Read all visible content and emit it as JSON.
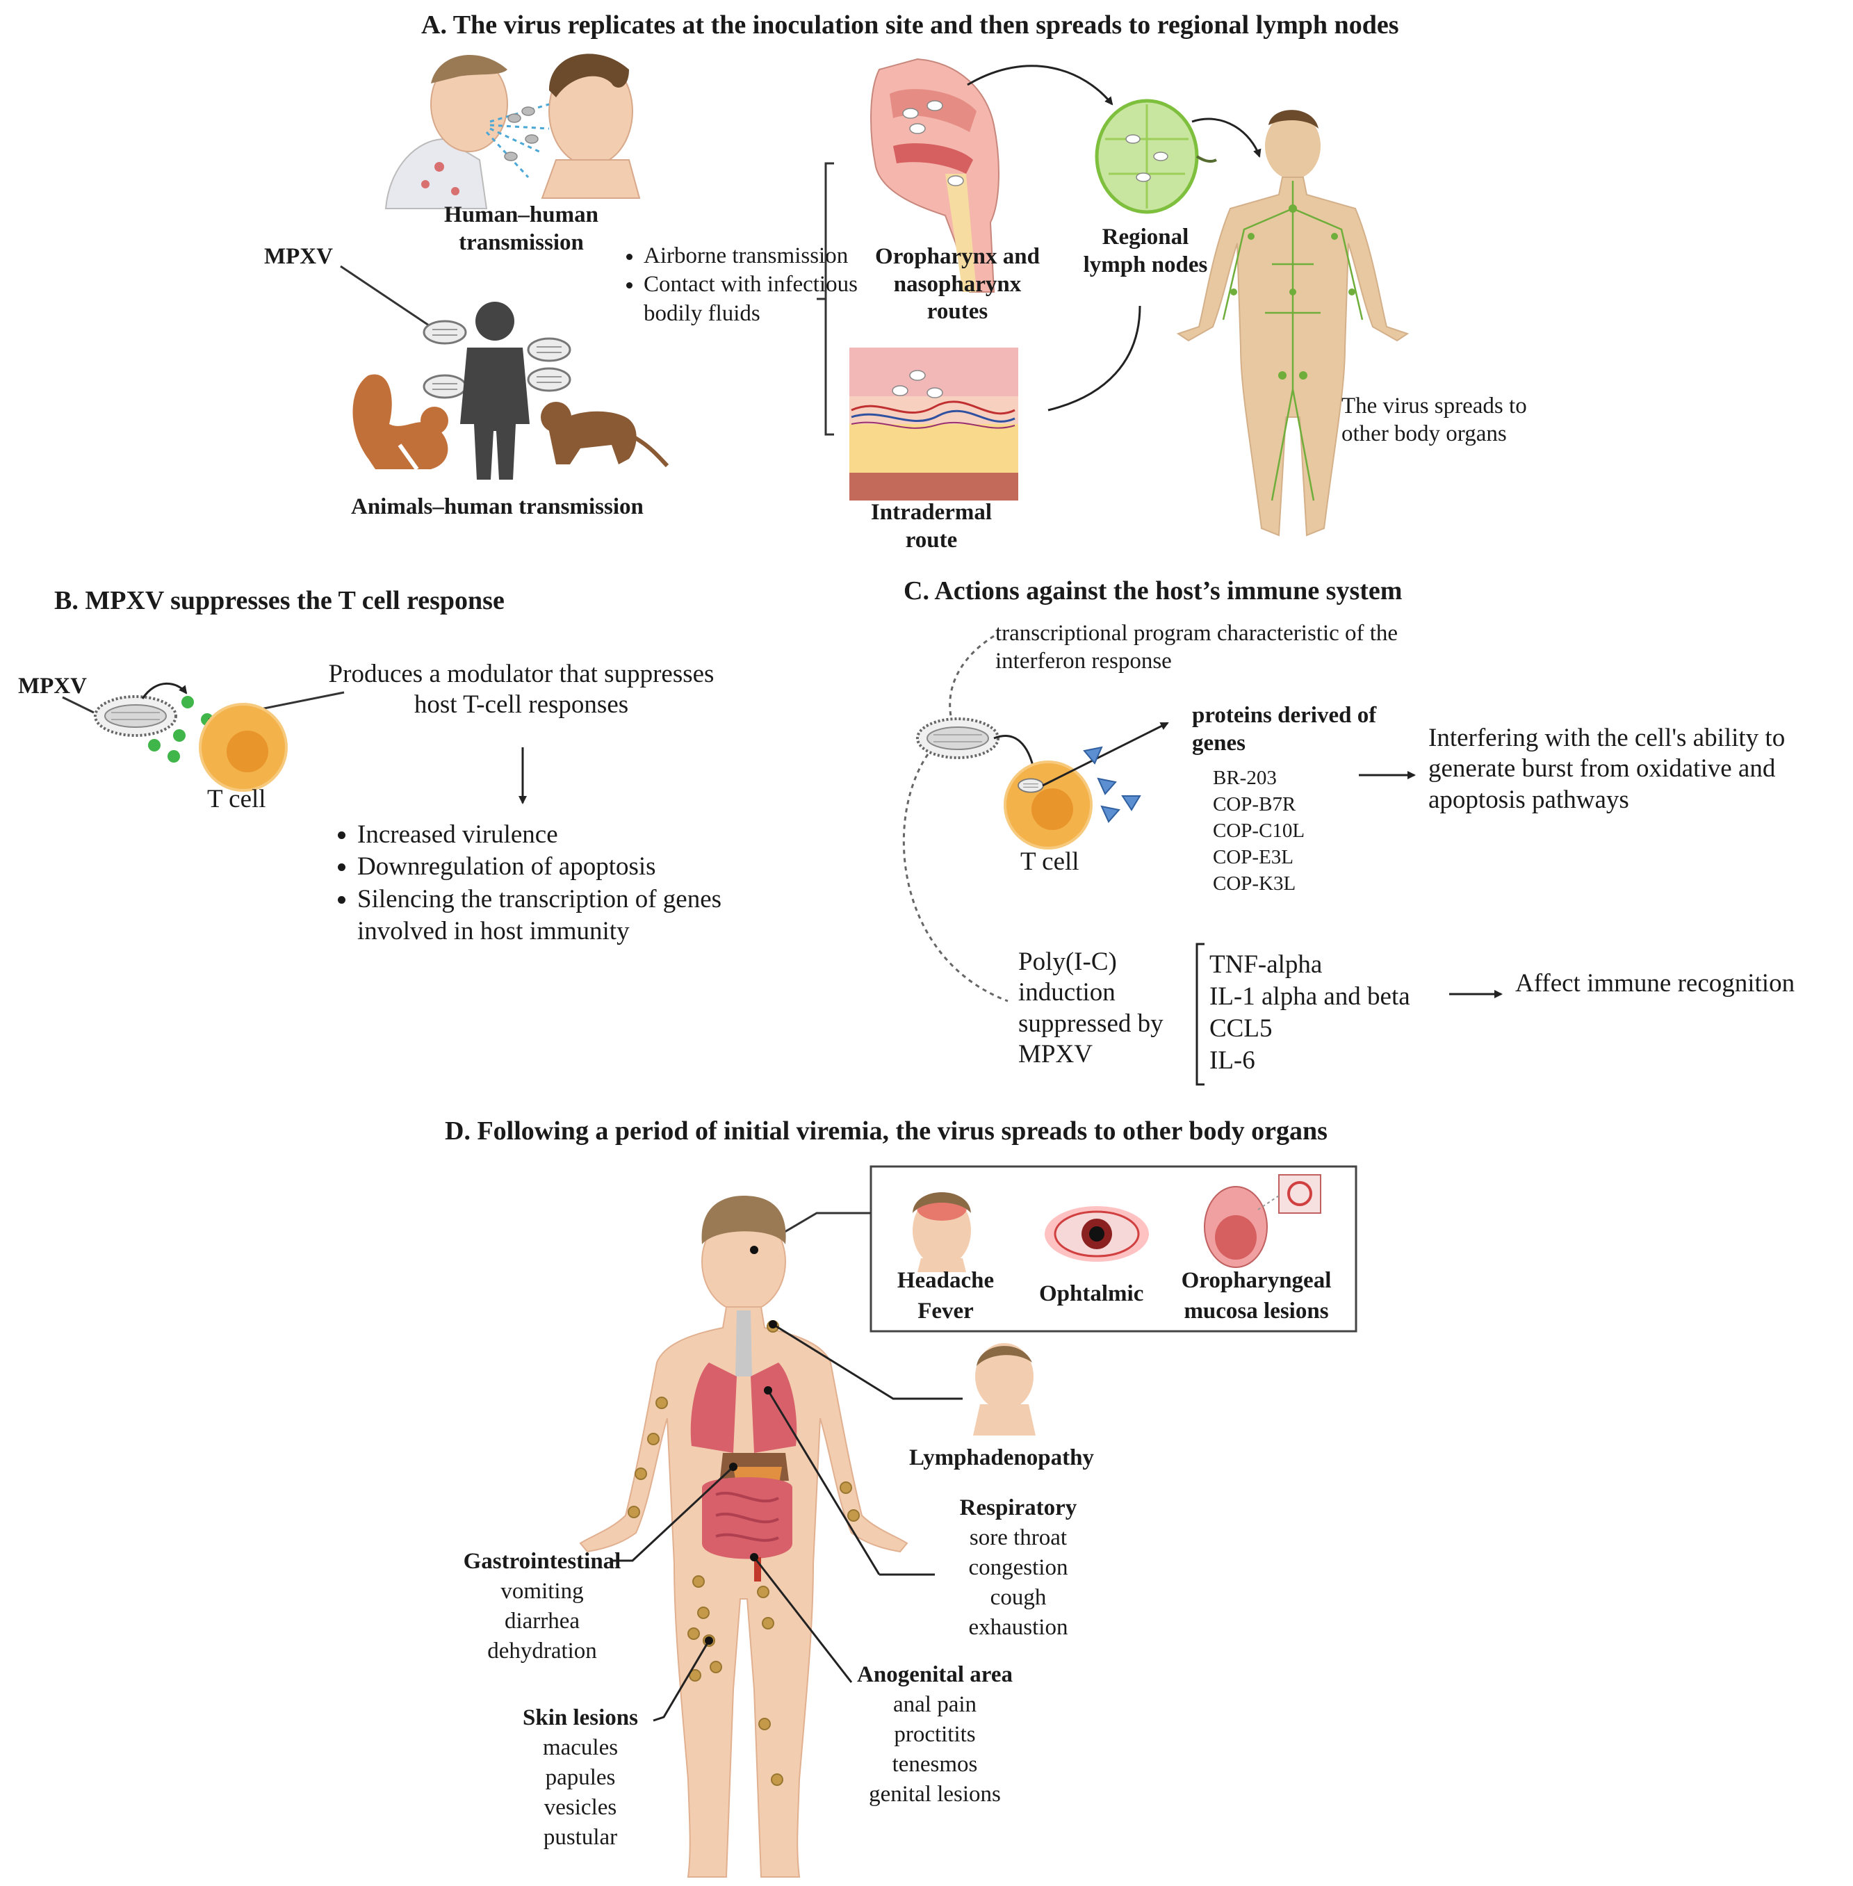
{
  "panel_a": {
    "title": "A. The virus replicates at the inoculation site and then spreads to regional lymph nodes",
    "human_label": "Human–human transmission",
    "mpxv_label": "MPXV",
    "animal_label": "Animals–human transmission",
    "routes": [
      "Airborne transmission",
      "Contact with infectious bodily fluids"
    ],
    "oro_label": "Oropharynx and nasopharynx routes",
    "intradermal_label": "Intradermal route",
    "lymph_label": "Regional lymph nodes",
    "spread_text": "The virus spreads to other body organs"
  },
  "panel_b": {
    "title": "B. MPXV suppresses the T cell response",
    "mpxv_label": "MPXV",
    "modulator_text": "Produces a modulator that suppresses host T-cell responses",
    "tcell_label": "T cell",
    "effects": [
      "Increased virulence",
      "Downregulation of apoptosis",
      "Silencing the transcription of genes involved in host immunity"
    ]
  },
  "panel_c": {
    "title": "C. Actions against the host’s immune system",
    "interferon_text": "transcriptional program characteristic of the interferon response",
    "proteins_label": "proteins derived of genes",
    "genes": [
      "BR-203",
      "COP-B7R",
      "COP-C10L",
      "COP-E3L",
      "COP-K3L"
    ],
    "tcell_label": "T cell",
    "interfering_text": "Interfering with the cell's ability to generate burst from oxidative and apoptosis pathways",
    "polyic_text": "Poly(I-C) induction suppressed by MPXV",
    "cytokines": [
      "TNF-alpha",
      "IL-1 alpha and beta",
      "CCL5",
      "IL-6"
    ],
    "affect_text": "Affect immune recognition"
  },
  "panel_d": {
    "title": "D. Following a period of initial viremia, the virus spreads to other body organs",
    "head_symptoms": [
      "Headache",
      "Fever"
    ],
    "ophtalmic_label": "Ophtalmic",
    "oro_mucosa_label": "Oropharyngeal mucosa lesions",
    "lymphadenopathy_label": "Lymphadenopathy",
    "respiratory": {
      "title": "Respiratory",
      "items": [
        "sore throat",
        "congestion",
        "cough",
        "exhaustion"
      ]
    },
    "gastro": {
      "title": "Gastrointestinal",
      "items": [
        "vomiting",
        "diarrhea",
        "dehydration"
      ]
    },
    "anogenital": {
      "title": "Anogenital area",
      "items": [
        "anal pain",
        "proctitits",
        "tenesmos",
        "genital lesions"
      ]
    },
    "skin": {
      "title": "Skin lesions",
      "items": [
        "macules",
        "papules",
        "vesicles",
        "pustular"
      ]
    }
  },
  "colors": {
    "skin": "#f3cdb0",
    "cell": "#f4b24a",
    "cell_core": "#e8952c",
    "lymph": "#9ccf57",
    "virus_dot": "#3fb54a",
    "protein": "#5b8fd1",
    "organ_red": "#c0392b",
    "bone": "#f6dca0"
  }
}
